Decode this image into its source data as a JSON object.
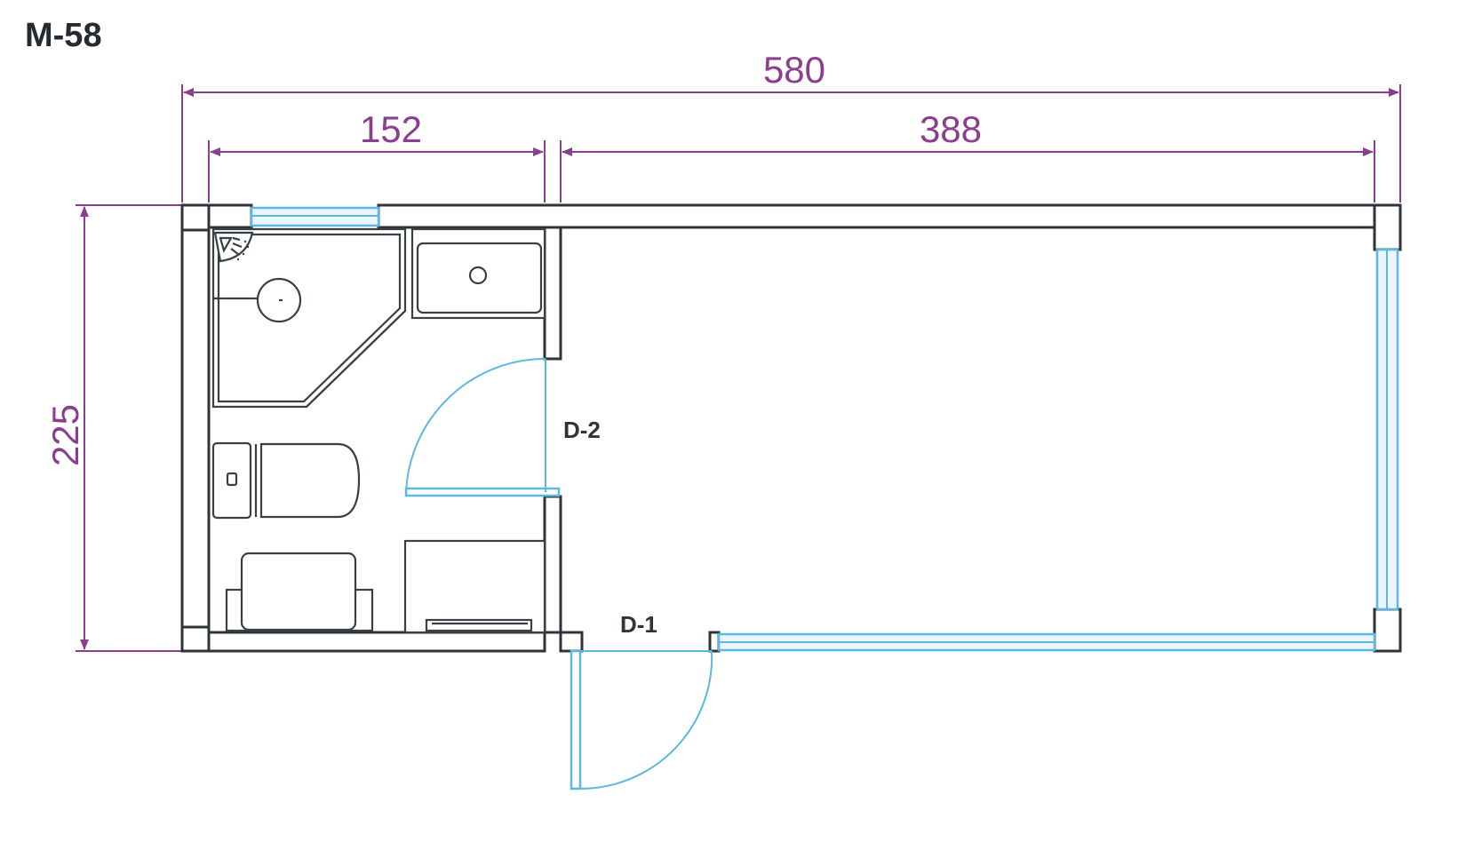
{
  "plan_code": "M-58",
  "dimensions": {
    "overall_width": "580",
    "bathroom_width": "152",
    "room_width": "388",
    "overall_depth": "225"
  },
  "doors": {
    "entrance": "D-1",
    "bathroom": "D-2"
  },
  "colors": {
    "wall": "#2f343b",
    "dimension": "#8a3f8e",
    "glazing": "#5db8e0"
  },
  "icons": {
    "shower": "shower-head-icon",
    "drain": "drain-icon",
    "toilet": "toilet-icon",
    "sink": "sink-icon"
  }
}
